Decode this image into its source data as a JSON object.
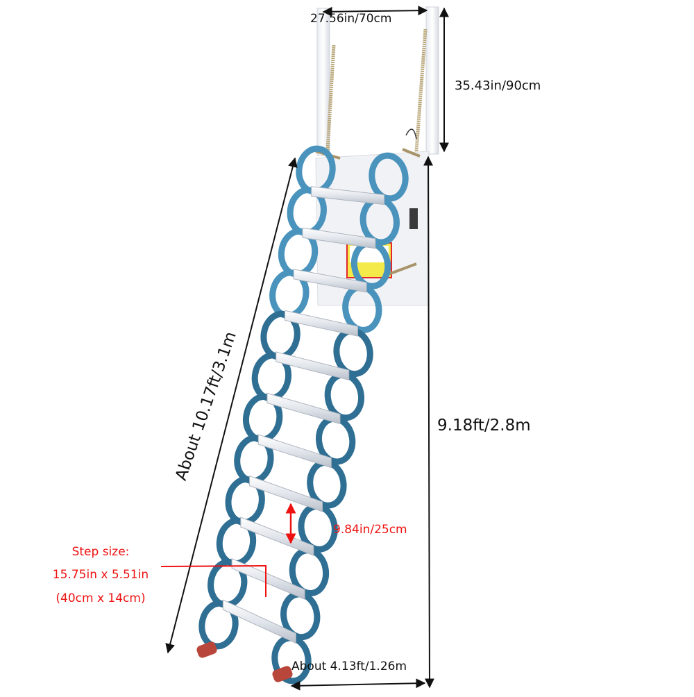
{
  "figure": {
    "subject": "Wall-mounted telescopic scissor attic ladder with dimensions",
    "colors": {
      "ladder_blue": "#2f6f93",
      "ladder_blue_light": "#4a93bd",
      "step_silver": "#e4e8ee",
      "frame_white": "#f3f4f7",
      "foot_red": "#b8463b",
      "dimension_black": "#111111",
      "annotation_red": "#ee1111",
      "warning_label_yellow": "#f4ea4a"
    }
  },
  "dimensions": {
    "top_width": "27.56in/70cm",
    "frame_height": "35.43in/90cm",
    "total_height": "9.18ft/2.8m",
    "ladder_length": "About 10.17ft/3.1m",
    "step_spacing": "9.84in/25cm",
    "bottom_width": "About 4.13ft/1.26m"
  },
  "step_size": {
    "title": "Step size:",
    "imperial": "15.75in x 5.51in",
    "metric": "(40cm x 14cm)"
  },
  "ladder": {
    "step_count": 11
  }
}
